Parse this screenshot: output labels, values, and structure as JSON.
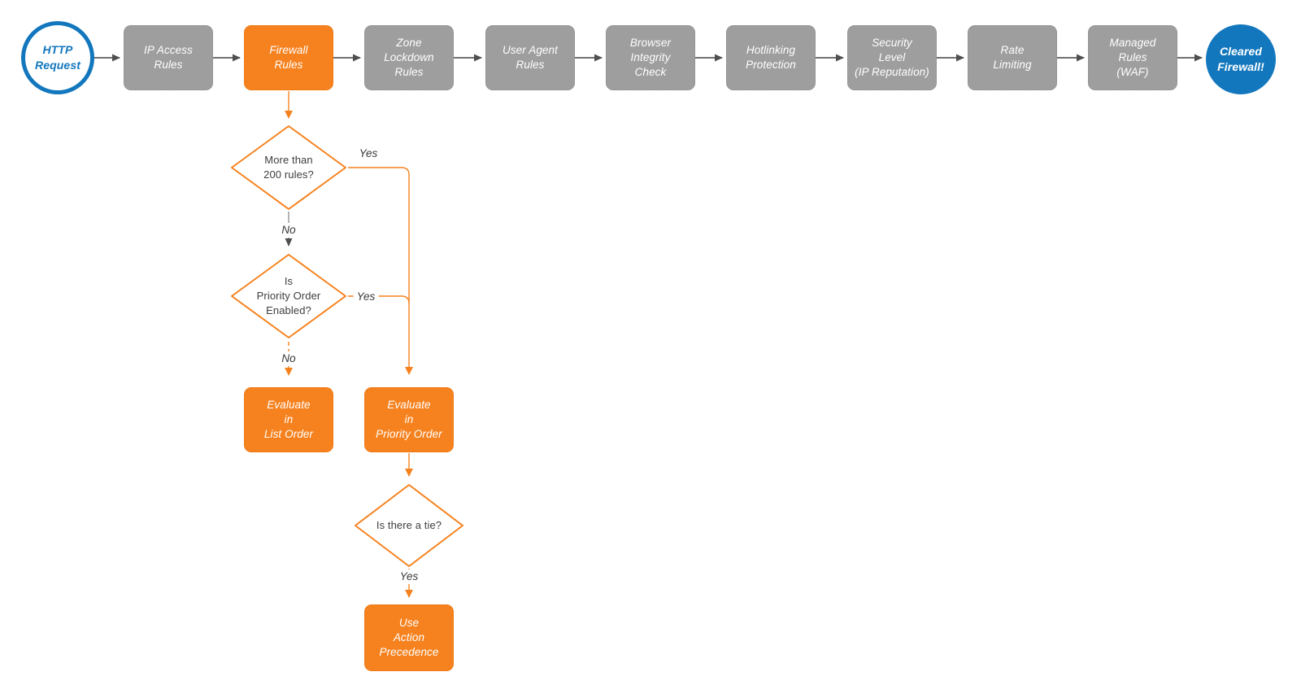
{
  "title": "HTTP request firewall evaluation flowchart",
  "colors": {
    "orange": "#F6821F",
    "gray_box": "#9E9E9E",
    "blue": "#1377BD",
    "arrow_dark": "#4F4F4F",
    "diamond_text": "#3E3E3E",
    "background": "#FFFFFF"
  },
  "pipeline": {
    "start": {
      "id": "http-request",
      "label": "HTTP\nRequest"
    },
    "stages": [
      {
        "id": "ip-access-rules",
        "label": "IP Access\nRules",
        "variant": "gray"
      },
      {
        "id": "firewall-rules",
        "label": "Firewall\nRules",
        "variant": "orange"
      },
      {
        "id": "zone-lockdown-rules",
        "label": "Zone\nLockdown\nRules",
        "variant": "gray"
      },
      {
        "id": "user-agent-rules",
        "label": "User Agent\nRules",
        "variant": "gray"
      },
      {
        "id": "browser-integrity-check",
        "label": "Browser\nIntegrity\nCheck",
        "variant": "gray"
      },
      {
        "id": "hotlinking-protection",
        "label": "Hotlinking\nProtection",
        "variant": "gray"
      },
      {
        "id": "security-level",
        "label": "Security\nLevel\n(IP Reputation)",
        "variant": "gray"
      },
      {
        "id": "rate-limiting",
        "label": "Rate\nLimiting",
        "variant": "gray"
      },
      {
        "id": "managed-rules-waf",
        "label": "Managed\nRules\n(WAF)",
        "variant": "gray"
      }
    ],
    "end": {
      "id": "cleared-firewall",
      "label": "Cleared\nFirewall!"
    }
  },
  "firewall_branch": {
    "decisions": [
      {
        "id": "more-than-200-rules",
        "label": "More than\n200 rules?"
      },
      {
        "id": "priority-order-enabled",
        "label": "Is\nPriority Order\nEnabled?"
      },
      {
        "id": "is-there-a-tie",
        "label": "Is there a tie?"
      }
    ],
    "actions": [
      {
        "id": "evaluate-in-list-order",
        "label": "Evaluate\nin\nList Order"
      },
      {
        "id": "evaluate-in-priority-order",
        "label": "Evaluate\nin\nPriority Order"
      },
      {
        "id": "use-action-precedence",
        "label": "Use\nAction\nPrecedence"
      }
    ],
    "labels": {
      "yes1": "Yes",
      "no1": "No",
      "yes2": "Yes",
      "no2": "No",
      "yes3": "Yes"
    },
    "edges": [
      {
        "from": "firewall-rules",
        "to": "more-than-200-rules",
        "label": ""
      },
      {
        "from": "more-than-200-rules",
        "to": "evaluate-in-priority-order",
        "label": "Yes"
      },
      {
        "from": "more-than-200-rules",
        "to": "priority-order-enabled",
        "label": "No"
      },
      {
        "from": "priority-order-enabled",
        "to": "evaluate-in-priority-order",
        "label": "Yes"
      },
      {
        "from": "priority-order-enabled",
        "to": "evaluate-in-list-order",
        "label": "No"
      },
      {
        "from": "evaluate-in-priority-order",
        "to": "is-there-a-tie",
        "label": ""
      },
      {
        "from": "is-there-a-tie",
        "to": "use-action-precedence",
        "label": "Yes"
      }
    ]
  }
}
